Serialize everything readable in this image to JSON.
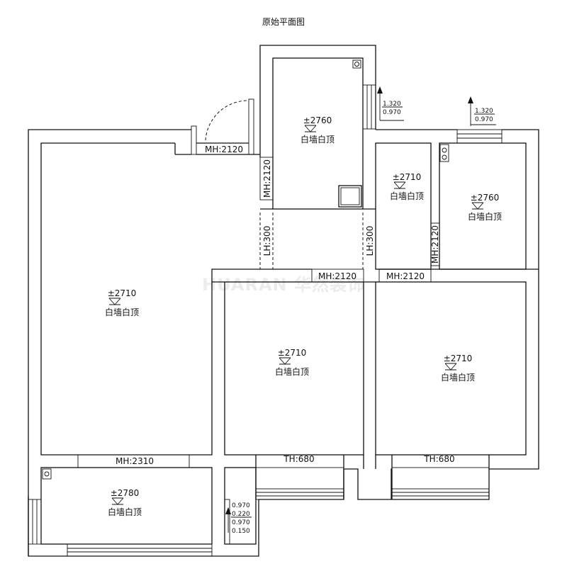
{
  "title": "原始平面图",
  "watermark": "HUARAN 华然装饰",
  "ceiling_note": "白墙白顶",
  "rooms": [
    {
      "id": "living",
      "height": "±2710"
    },
    {
      "id": "bath-top",
      "height": "±2760"
    },
    {
      "id": "corridor",
      "height": "±2710"
    },
    {
      "id": "kitchen",
      "height": "±2760"
    },
    {
      "id": "bed-mid",
      "height": "±2710"
    },
    {
      "id": "bed-right",
      "height": "±2710"
    },
    {
      "id": "balcony",
      "height": "±2780"
    }
  ],
  "openings": {
    "mh_entry": "MH:2120",
    "mh_bath": "MH:2120",
    "lh_left": "LH:300",
    "lh_right": "LH:300",
    "mh_bed_mid": "MH:2120",
    "mh_bed_right": "MH:2120",
    "mh_kitchen": "MH:2120",
    "mh_balcony": "MH:2310",
    "th_mid": "TH:680",
    "th_right": "TH:680"
  },
  "window_marks": {
    "bath": [
      "1.320",
      "0.970"
    ],
    "kitchen": [
      "1.320",
      "0.970"
    ],
    "balcony": [
      "0.970",
      "0.220",
      "0.970",
      "0.150"
    ]
  }
}
